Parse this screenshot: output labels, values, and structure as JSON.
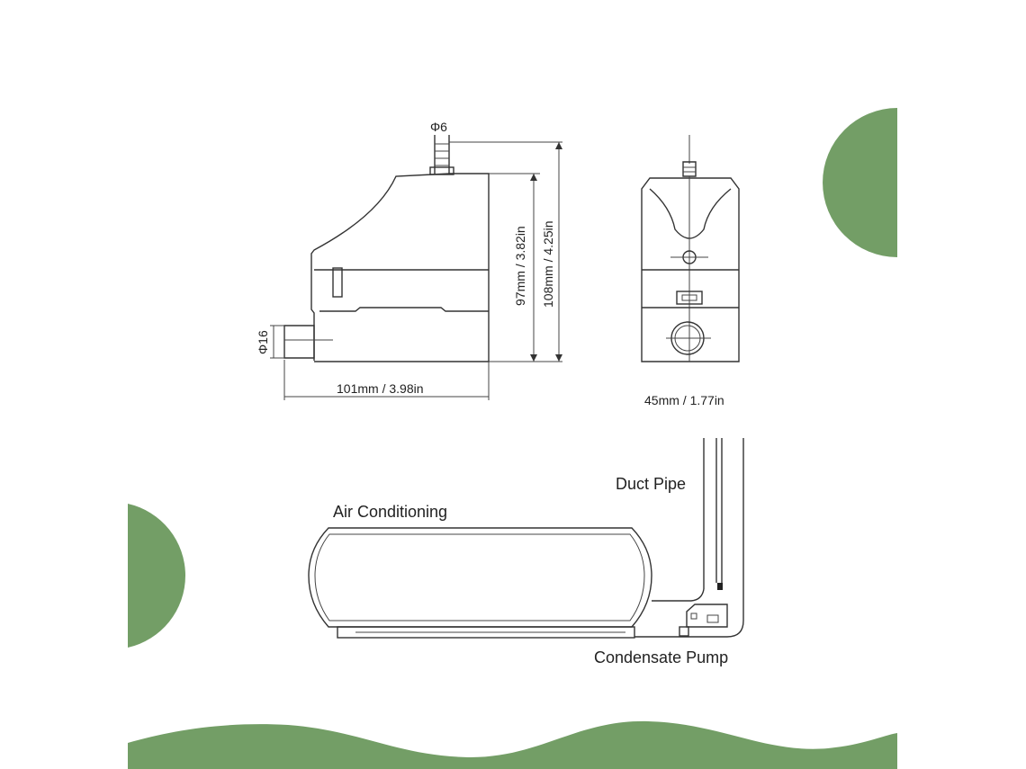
{
  "colors": {
    "accent_green": "#739e66",
    "line": "#333333",
    "background": "#ffffff"
  },
  "side_view": {
    "inlet_diameter": "Φ6",
    "outlet_diameter": "Φ16",
    "height_body": "97mm / 3.82in",
    "height_total": "108mm / 4.25in",
    "width": "101mm / 3.98in"
  },
  "front_view": {
    "width": "45mm / 1.77in"
  },
  "installation": {
    "air_conditioning_label": "Air Conditioning",
    "duct_pipe_label": "Duct Pipe",
    "condensate_pump_label": "Condensate Pump"
  }
}
